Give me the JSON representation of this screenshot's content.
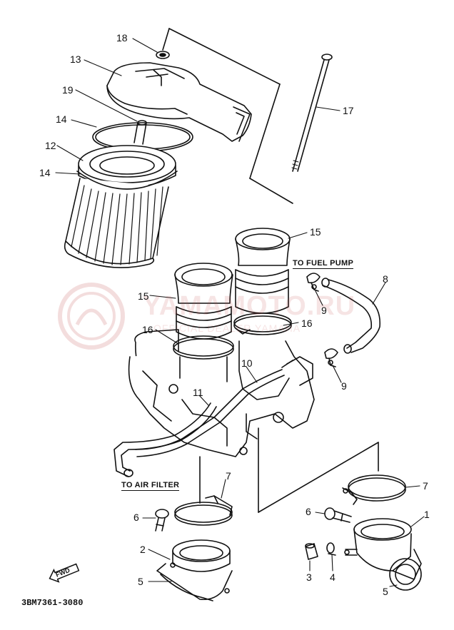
{
  "callouts": [
    {
      "id": "18",
      "label": "18"
    },
    {
      "id": "13",
      "label": "13"
    },
    {
      "id": "19",
      "label": "19"
    },
    {
      "id": "17",
      "label": "17"
    },
    {
      "id": "14a",
      "label": "14"
    },
    {
      "id": "12",
      "label": "12"
    },
    {
      "id": "14b",
      "label": "14"
    },
    {
      "id": "15a",
      "label": "15"
    },
    {
      "id": "8",
      "label": "8"
    },
    {
      "id": "15b",
      "label": "15"
    },
    {
      "id": "9a",
      "label": "9"
    },
    {
      "id": "16a",
      "label": "16"
    },
    {
      "id": "16b",
      "label": "16"
    },
    {
      "id": "10",
      "label": "10"
    },
    {
      "id": "9b",
      "label": "9"
    },
    {
      "id": "11",
      "label": "11"
    },
    {
      "id": "7a",
      "label": "7"
    },
    {
      "id": "7b",
      "label": "7"
    },
    {
      "id": "6a",
      "label": "6"
    },
    {
      "id": "6b",
      "label": "6"
    },
    {
      "id": "1",
      "label": "1"
    },
    {
      "id": "2",
      "label": "2"
    },
    {
      "id": "3",
      "label": "3"
    },
    {
      "id": "4",
      "label": "4"
    },
    {
      "id": "5a",
      "label": "5"
    },
    {
      "id": "5b",
      "label": "5"
    }
  ],
  "notes": {
    "fuel_pump": "TO FUEL PUMP",
    "air_filter": "TO AIR FILTER"
  },
  "fwd_label": "FWD",
  "part_number": "3BM7361-3080",
  "watermark": {
    "text": "YAMAMOTO.RU",
    "sub": "OFFICIAL DEALER YAMAHA"
  },
  "colors": {
    "line": "#111111",
    "watermark": "#c24a4a"
  }
}
